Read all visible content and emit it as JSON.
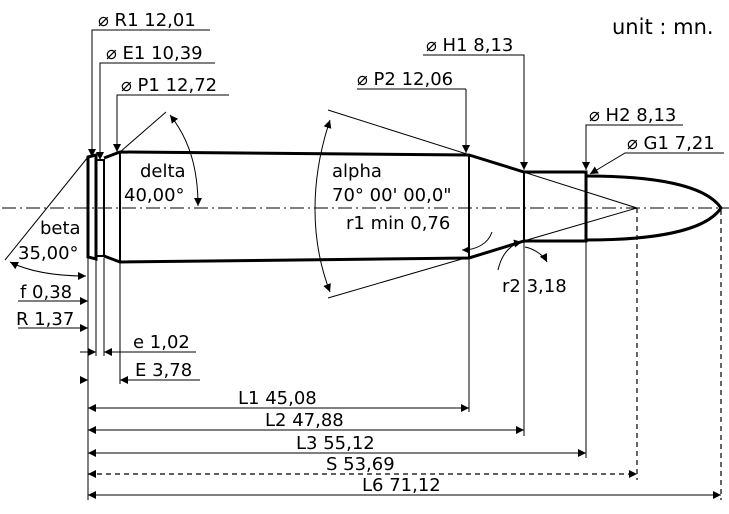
{
  "unit": "unit : mn.",
  "dimensions": {
    "R1": "⌀ R1 12,01",
    "E1": "⌀ E1 10,39",
    "P1": "⌀ P1 12,72",
    "P2": "⌀ P2 12,06",
    "H1": "⌀ H1 8,13",
    "H2": "⌀ H2 8,13",
    "G1": "⌀ G1 7,21",
    "f": "f 0,38",
    "R": "R 1,37",
    "e": "e 1,02",
    "E": "E 3,78",
    "L1": "L1 45,08",
    "L2": "L2 47,88",
    "L3": "L3 55,12",
    "S": "S 53,69",
    "L6": "L6 71,12",
    "r1": "r1 min 0,76",
    "r2": "r2 3,18"
  },
  "angles": {
    "delta_label": "delta",
    "delta_value": "40,00°",
    "alpha_label": "alpha",
    "alpha_value": "70° 00' 00,0\"",
    "beta_label": "beta",
    "beta_value": "35,00°"
  }
}
